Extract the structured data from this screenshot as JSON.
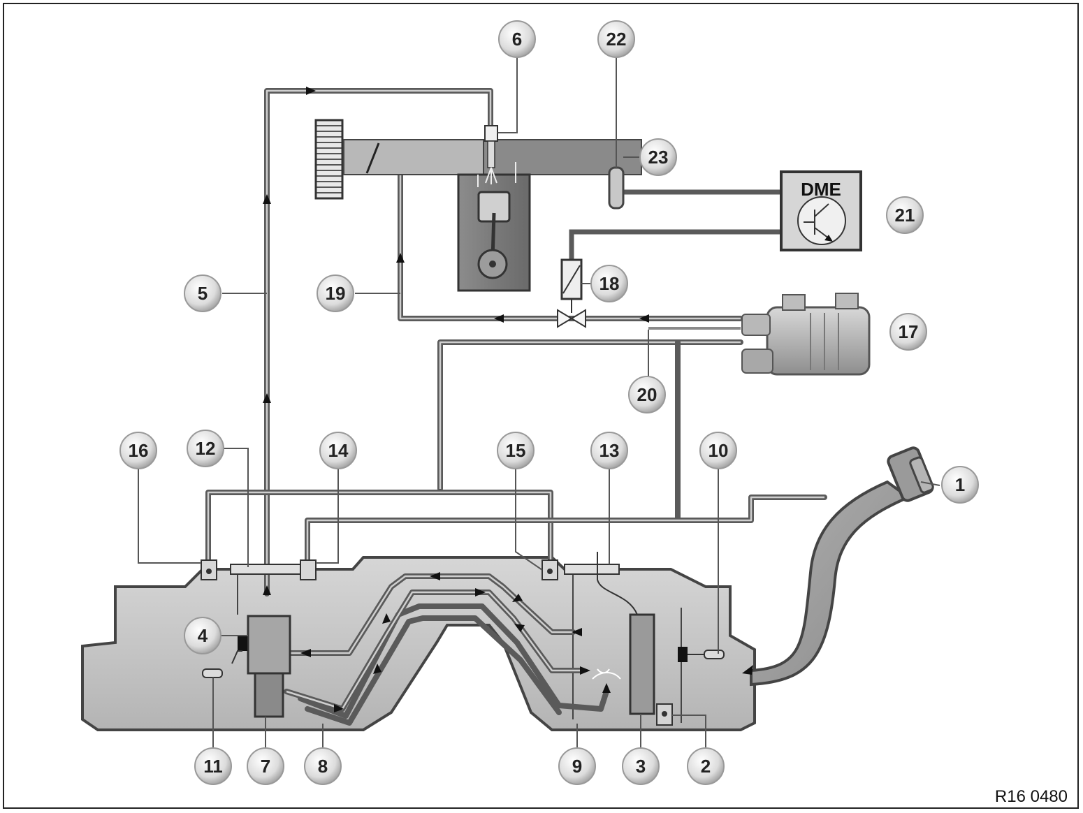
{
  "diagram": {
    "reference_code": "R16 0480",
    "dme_label": "DME",
    "callouts": [
      {
        "id": "c1",
        "text": "1"
      },
      {
        "id": "c2",
        "text": "2"
      },
      {
        "id": "c3",
        "text": "3"
      },
      {
        "id": "c4",
        "text": "4"
      },
      {
        "id": "c5",
        "text": "5"
      },
      {
        "id": "c6",
        "text": "6"
      },
      {
        "id": "c7",
        "text": "7"
      },
      {
        "id": "c8",
        "text": "8"
      },
      {
        "id": "c9",
        "text": "9"
      },
      {
        "id": "c10",
        "text": "10"
      },
      {
        "id": "c11",
        "text": "11"
      },
      {
        "id": "c12",
        "text": "12"
      },
      {
        "id": "c13",
        "text": "13"
      },
      {
        "id": "c14",
        "text": "14"
      },
      {
        "id": "c15",
        "text": "15"
      },
      {
        "id": "c16",
        "text": "16"
      },
      {
        "id": "c17",
        "text": "17"
      },
      {
        "id": "c18",
        "text": "18"
      },
      {
        "id": "c19",
        "text": "19"
      },
      {
        "id": "c20",
        "text": "20"
      },
      {
        "id": "c21",
        "text": "21"
      },
      {
        "id": "c22",
        "text": "22"
      },
      {
        "id": "c23",
        "text": "23"
      }
    ]
  },
  "colors": {
    "pipe": "#5a5a5a",
    "tank_fill": "#c8c8c8",
    "engine_fill": "#7a7a7a",
    "callout_fill": "#e4e4e4"
  }
}
